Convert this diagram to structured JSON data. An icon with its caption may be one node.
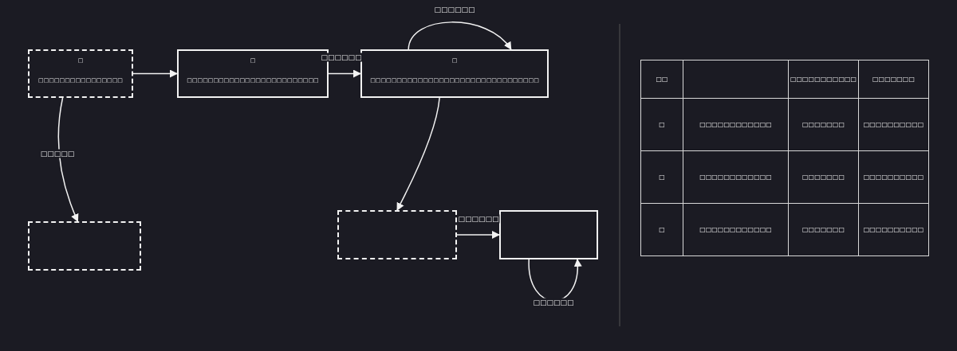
{
  "diagram": {
    "nodes": [
      {
        "text": [
          "□",
          "□□□□□□□□□□□□□□□□"
        ]
      },
      {
        "text": [
          "□",
          "□□□□□□□□□□□□□□□□□□□□□□□□□"
        ]
      },
      {
        "text": [
          "□",
          "□□□□□□□□□□□□□□□□□□□□□□□□□□□□□□□□"
        ]
      },
      {
        "text": [],
        "shape": "box"
      },
      {
        "text": [],
        "shape": "box"
      },
      {
        "text": [],
        "shape": "box"
      }
    ],
    "edges": [
      {
        "from": 0,
        "to": 1,
        "arrow": "to"
      },
      {
        "from": 1,
        "to": 2,
        "arrow": "to",
        "label": "□□□□□□"
      },
      {
        "from": 2,
        "to": 2,
        "arrow": "to",
        "label": "□□□□□□"
      },
      {
        "from": 0,
        "to": 3,
        "arrow": "to",
        "label": "□□□□□"
      },
      {
        "from": 2,
        "to": 4,
        "arrow": "to"
      },
      {
        "from": 4,
        "to": 5,
        "arrow": "to",
        "label": "□□□□□□"
      },
      {
        "from": 5,
        "to": 5,
        "arrow": "to",
        "label": "□□□□□□"
      }
    ],
    "labels": [
      "□□",
      "□□□□□□□□□□□",
      "□□□□□□□",
      "□",
      "□□□□□□□□□□□□",
      "□□□□□□□",
      "□□□□□□□□□□",
      "□",
      "□□□□□□□□□□□□",
      "□□□□□□□",
      "□□□□□□□□□□",
      "□",
      "□□□□□□□□□□□□",
      "□□□□□□□",
      "□□□□□□□□□□"
    ]
  }
}
